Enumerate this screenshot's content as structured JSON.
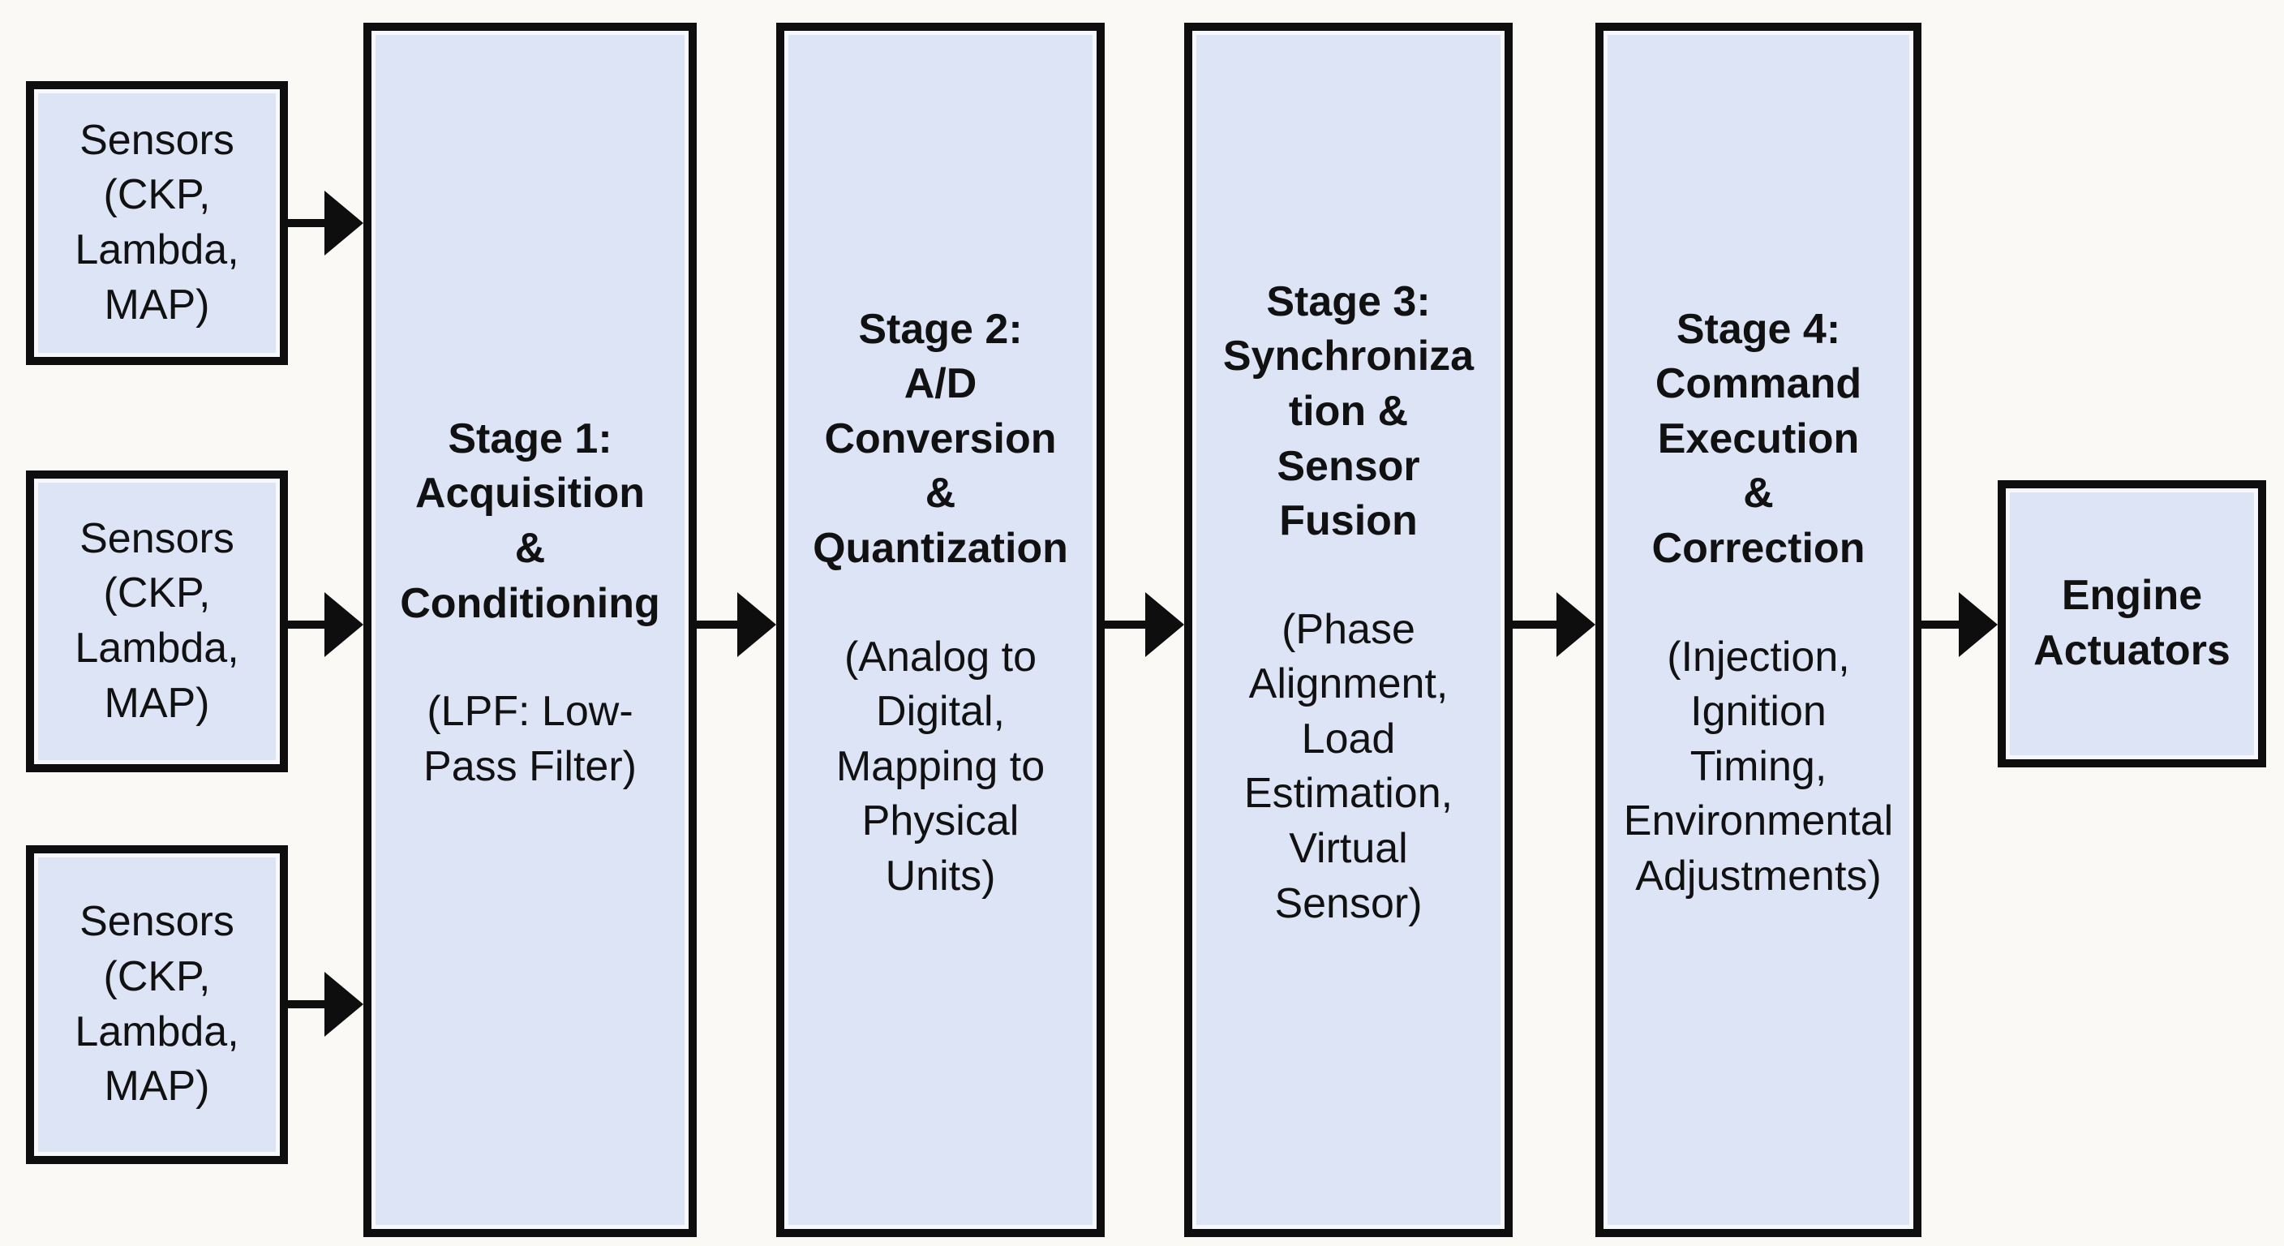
{
  "diagram": {
    "colors": {
      "background": "#faf9f5",
      "box_fill": "#dce4f5",
      "box_border": "#0e0e0e",
      "text_color": "#111111",
      "arrow_color": "#0e0e0e"
    },
    "sensors": [
      {
        "label": "Sensors\n(CKP,\nLambda,\nMAP)"
      },
      {
        "label": "Sensors\n(CKP,\nLambda,\nMAP)"
      },
      {
        "label": "Sensors\n(CKP,\nLambda,\nMAP)"
      }
    ],
    "stages": [
      {
        "title": "Stage 1:\nAcquisition\n&\nConditioning",
        "subtitle": "(LPF: Low-\nPass Filter)"
      },
      {
        "title": "Stage 2:\nA/D\nConversion\n&\nQuantization",
        "subtitle": "(Analog to\nDigital,\nMapping to\nPhysical\nUnits)"
      },
      {
        "title": "Stage 3:\nSynchroniza\ntion &\nSensor\nFusion",
        "subtitle": "(Phase\nAlignment,\nLoad\nEstimation,\nVirtual\nSensor)"
      },
      {
        "title": "Stage 4:\nCommand\nExecution\n&\nCorrection",
        "subtitle": "(Injection,\nIgnition\nTiming,\nEnvironmental\nAdjustments)"
      }
    ],
    "output": {
      "label": "Engine\nActuators"
    }
  }
}
